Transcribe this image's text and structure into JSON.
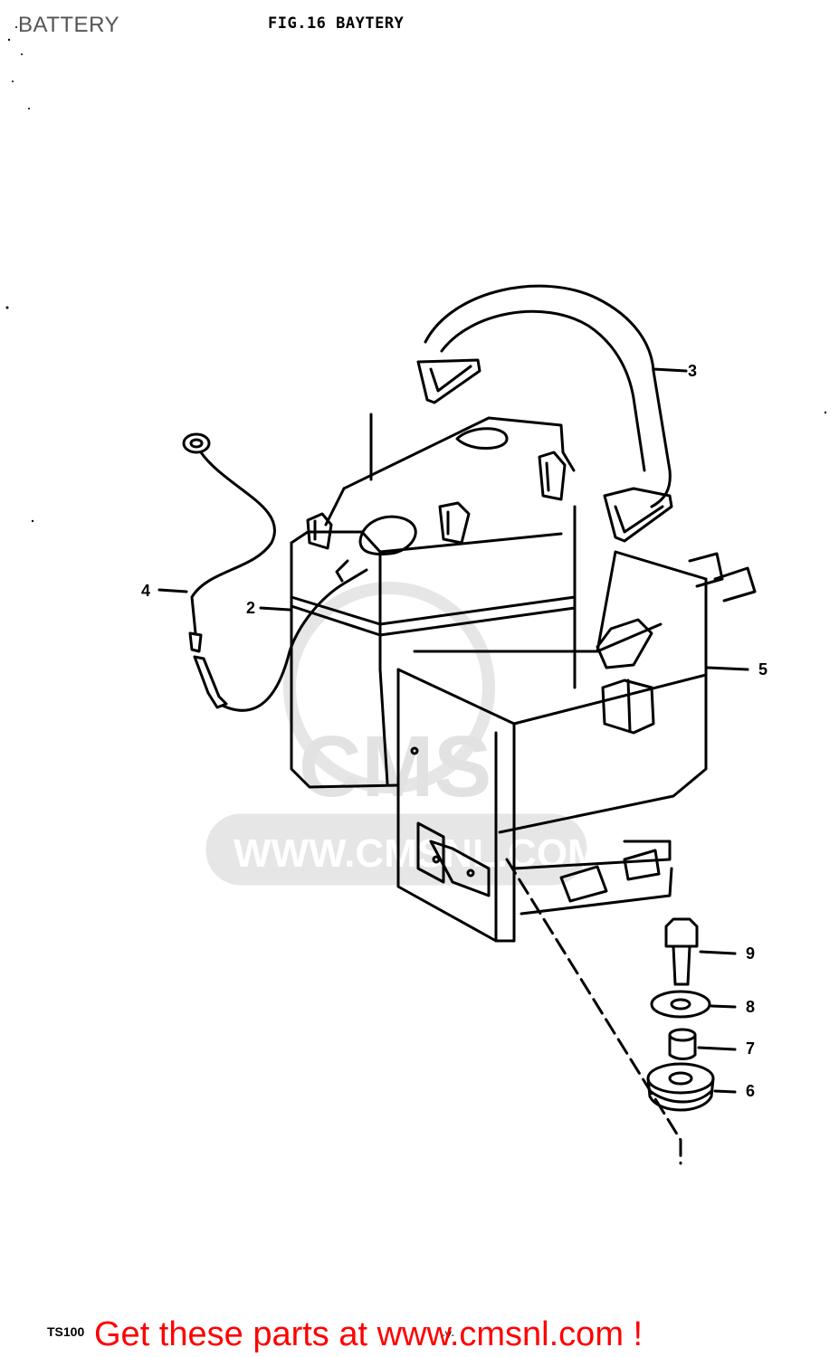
{
  "header": {
    "page_title": "BATTERY",
    "figure_title": "FIG.16  BAYTERY"
  },
  "watermark": {
    "brand": "CMS",
    "url": "WWW.CMSNL.COM"
  },
  "callouts": [
    {
      "id": "2",
      "label": "2"
    },
    {
      "id": "3",
      "label": "3"
    },
    {
      "id": "4",
      "label": "4"
    },
    {
      "id": "5",
      "label": "5"
    },
    {
      "id": "6",
      "label": "6"
    },
    {
      "id": "7",
      "label": "7"
    },
    {
      "id": "8",
      "label": "8"
    },
    {
      "id": "9",
      "label": "9"
    }
  ],
  "footer": {
    "model_code": "TS100",
    "page_mark": "-V-",
    "promo_text": "Get these parts at www.cmsnl.com !"
  },
  "colors": {
    "line": "#000000",
    "watermark": "#e6e6e6",
    "promo": "#ff0000",
    "title_gray": "#555555"
  }
}
